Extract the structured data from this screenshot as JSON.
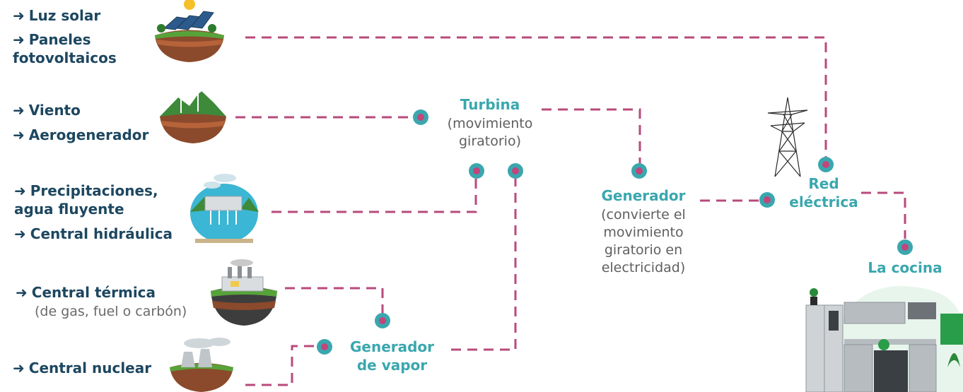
{
  "sources": [
    {
      "lines": [
        "Luz solar",
        "Paneles fotovoltaicos"
      ],
      "icon": "solar-panel-icon"
    },
    {
      "lines": [
        "Viento",
        "Aerogenerador"
      ],
      "icon": "wind-turbine-icon"
    },
    {
      "lines": [
        "Precipitaciones, agua fluyente",
        "Central hidráulica"
      ],
      "icon": "hydro-dam-icon"
    },
    {
      "lines": [
        "Central térmica"
      ],
      "sub": "(de gas, fuel o carbón)",
      "icon": "thermal-plant-icon"
    },
    {
      "lines": [
        "Central nuclear"
      ],
      "icon": "nuclear-plant-icon"
    }
  ],
  "nodes": {
    "turbina": {
      "title": "Turbina",
      "desc": "(movimiento giratorio)"
    },
    "generador": {
      "title": "Generador",
      "desc": "(convierte el movimiento giratorio en electricidad)"
    },
    "generador_vapor": {
      "title": "Generador de vapor"
    },
    "red": {
      "title": "Red eléctrica",
      "icon": "power-tower-icon"
    },
    "cocina": {
      "title": "La cocina",
      "icon": "kitchen-icon"
    }
  },
  "colors": {
    "path": "#b84a7c",
    "dot_outer": "#3aa7ae",
    "dot_inner": "#c2457b",
    "label": "#1d4760",
    "node": "#3aa7ae"
  }
}
